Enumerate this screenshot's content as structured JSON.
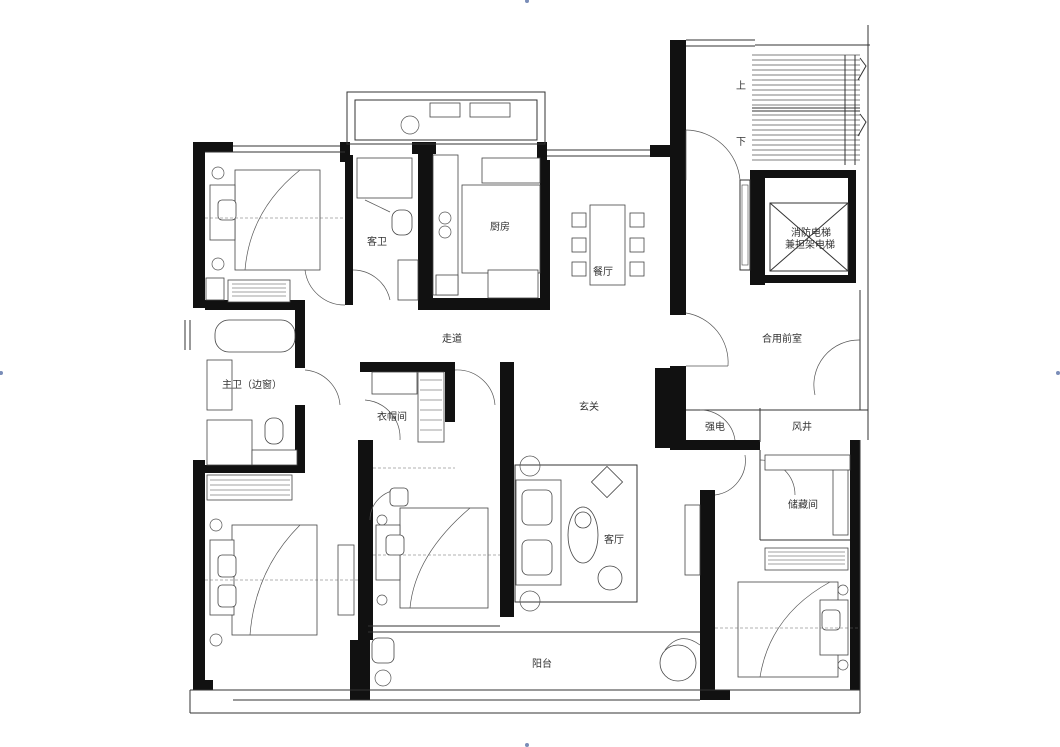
{
  "rooms": {
    "guest_bath": "客卫",
    "kitchen": "厨房",
    "dining": "餐厅",
    "corridor": "走道",
    "shared_lobby": "合用前室",
    "elevator_line1": "消防电梯",
    "elevator_line2": "兼担架电梯",
    "stair_up": "上",
    "stair_down": "下",
    "master_bath": "主卫（边窗）",
    "cloakroom": "衣帽间",
    "foyer": "玄关",
    "electrical": "强电",
    "air_shaft": "风井",
    "storage": "储藏间",
    "living": "客厅",
    "balcony": "阳台"
  }
}
